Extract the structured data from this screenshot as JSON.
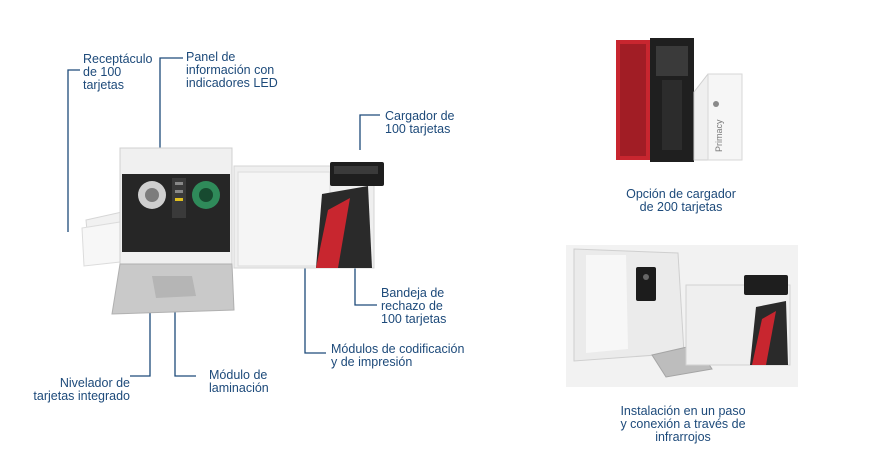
{
  "labels": {
    "receptaculo": [
      "Receptáculo",
      "de 100",
      "tarjetas"
    ],
    "panel": [
      "Panel de",
      "información con",
      "indicadores LED"
    ],
    "cargador100": [
      "Cargador de",
      "100 tarjetas"
    ],
    "bandeja": [
      "Bandeja de",
      "rechazo de",
      "100 tarjetas"
    ],
    "modulos": [
      "Módulos de codificación",
      "y de impresión"
    ],
    "laminacion": [
      "Módulo de",
      "laminación"
    ],
    "nivelador": [
      "Nivelador de",
      "tarjetas integrado"
    ],
    "opcion200": [
      "Opción de cargador",
      "de 200 tarjetas"
    ],
    "instalacion": [
      "Instalación en un paso",
      "y conexión a través de",
      "infrarrojos"
    ]
  },
  "printer_brand_text": "Primacy",
  "colors": {
    "label_text": "#1d4a7a",
    "leader_line": "#1d4a7a",
    "accent_red": "#c8262f",
    "body_white": "#eeeeee",
    "dark": "#1c1c1c"
  }
}
